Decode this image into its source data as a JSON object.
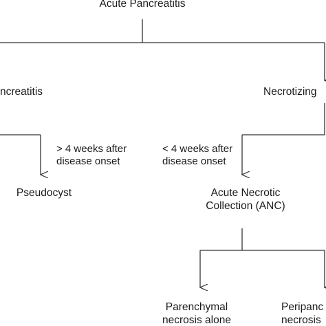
{
  "nodes": {
    "acute_pancreatitis": "Acute Pancreatitis",
    "interstitial_fragment": "ncreatitis",
    "necrotizing_fragment": "Necrotizing",
    "pseudocyst": "Pseudocyst",
    "anc": {
      "line1": "Acute Necrotic",
      "line2": "Collection (ANC)"
    },
    "parenchymal": {
      "line1": "Parenchymal",
      "line2": "necrosis alone"
    },
    "peripancreatic_fragment": {
      "line1": "Peripanc",
      "line2": "necrosis"
    }
  },
  "edge_labels": {
    "after_4_weeks": {
      "line1": "> 4 weeks after",
      "line2": "disease onset"
    },
    "before_4_weeks": {
      "line1": "< 4 weeks after",
      "line2": "disease onset"
    }
  },
  "colors": {
    "line": "#333333",
    "text": "#1a1a1a",
    "background": "#ffffff"
  }
}
